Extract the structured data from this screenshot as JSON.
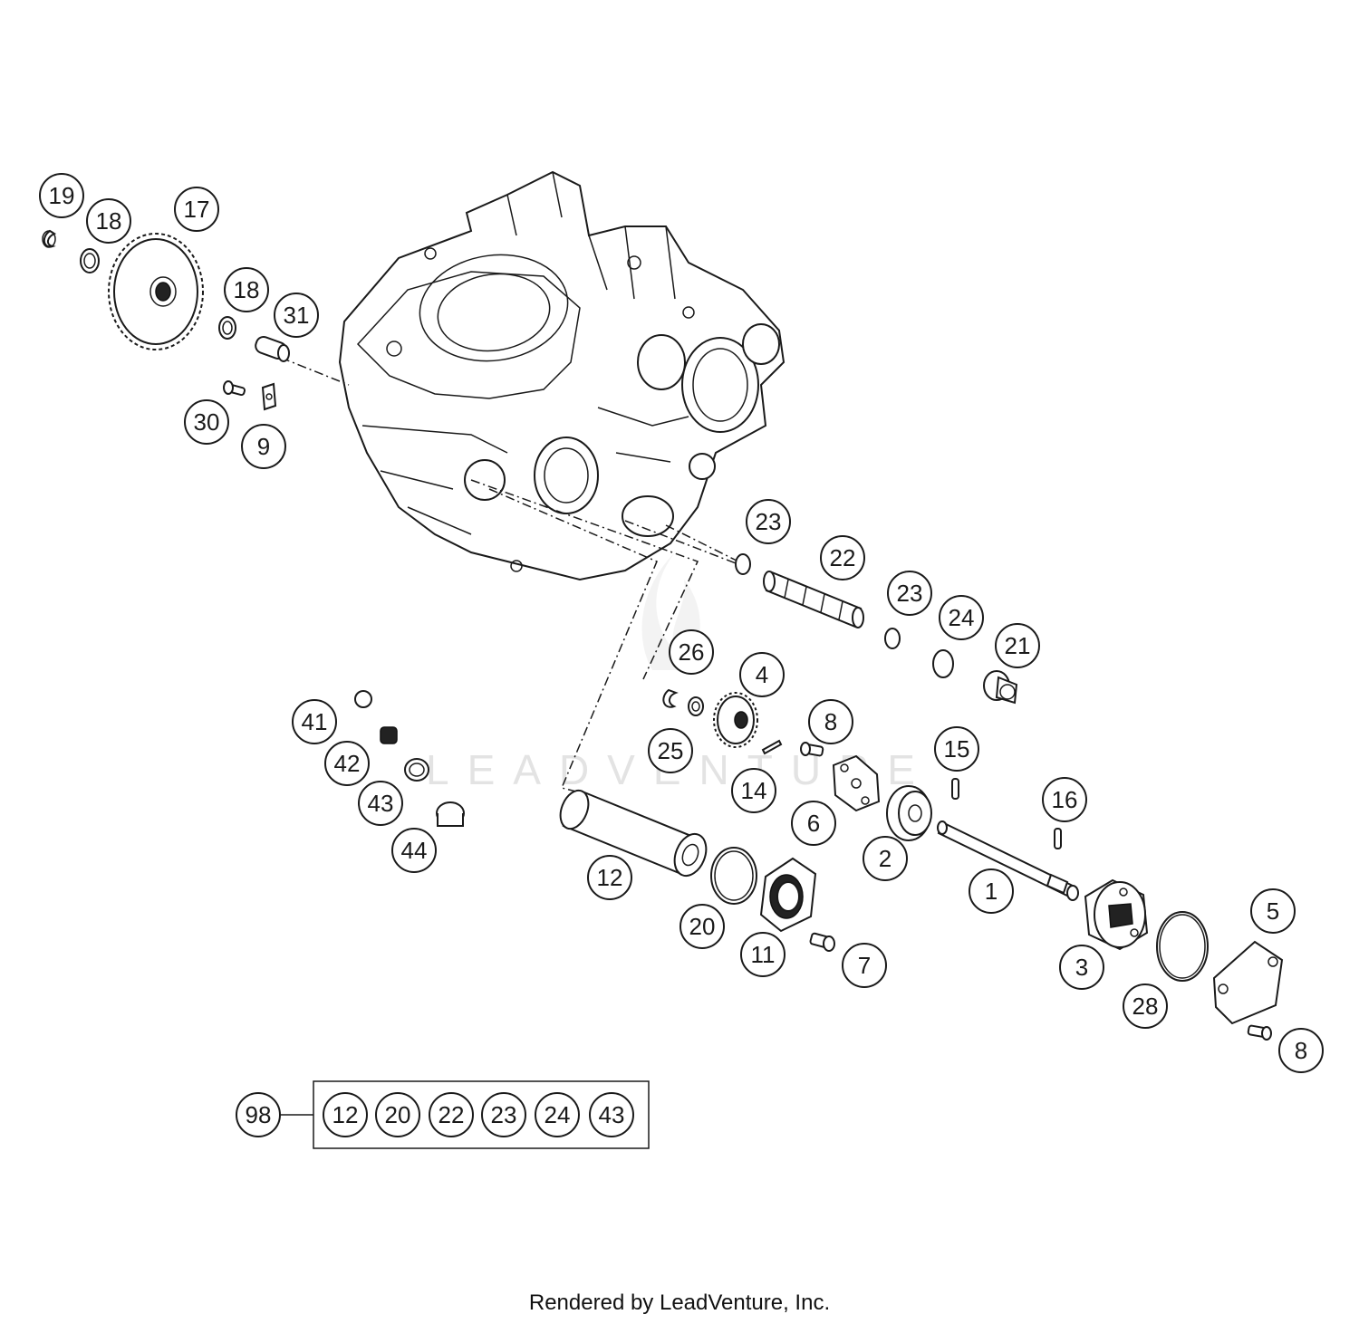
{
  "watermark": "LEADVENTURE",
  "credit": "Rendered by LeadVenture, Inc.",
  "callouts": [
    {
      "id": "c19",
      "label": "19"
    },
    {
      "id": "c18a",
      "label": "18"
    },
    {
      "id": "c17",
      "label": "17"
    },
    {
      "id": "c18b",
      "label": "18"
    },
    {
      "id": "c31",
      "label": "31"
    },
    {
      "id": "c30",
      "label": "30"
    },
    {
      "id": "c9",
      "label": "9"
    },
    {
      "id": "c23a",
      "label": "23"
    },
    {
      "id": "c22",
      "label": "22"
    },
    {
      "id": "c23b",
      "label": "23"
    },
    {
      "id": "c24",
      "label": "24"
    },
    {
      "id": "c21",
      "label": "21"
    },
    {
      "id": "c26",
      "label": "26"
    },
    {
      "id": "c4",
      "label": "4"
    },
    {
      "id": "c41",
      "label": "41"
    },
    {
      "id": "c8a",
      "label": "8"
    },
    {
      "id": "c15",
      "label": "15"
    },
    {
      "id": "c42",
      "label": "42"
    },
    {
      "id": "c25",
      "label": "25"
    },
    {
      "id": "c14",
      "label": "14"
    },
    {
      "id": "c43",
      "label": "43"
    },
    {
      "id": "c16",
      "label": "16"
    },
    {
      "id": "c6",
      "label": "6"
    },
    {
      "id": "c44",
      "label": "44"
    },
    {
      "id": "c2",
      "label": "2"
    },
    {
      "id": "c12",
      "label": "12"
    },
    {
      "id": "c1",
      "label": "1"
    },
    {
      "id": "c5",
      "label": "5"
    },
    {
      "id": "c20",
      "label": "20"
    },
    {
      "id": "c11",
      "label": "11"
    },
    {
      "id": "c7",
      "label": "7"
    },
    {
      "id": "c3",
      "label": "3"
    },
    {
      "id": "c28",
      "label": "28"
    },
    {
      "id": "c8b",
      "label": "8"
    }
  ],
  "kit": {
    "label": "98",
    "items": [
      "12",
      "20",
      "22",
      "23",
      "24",
      "43"
    ]
  }
}
